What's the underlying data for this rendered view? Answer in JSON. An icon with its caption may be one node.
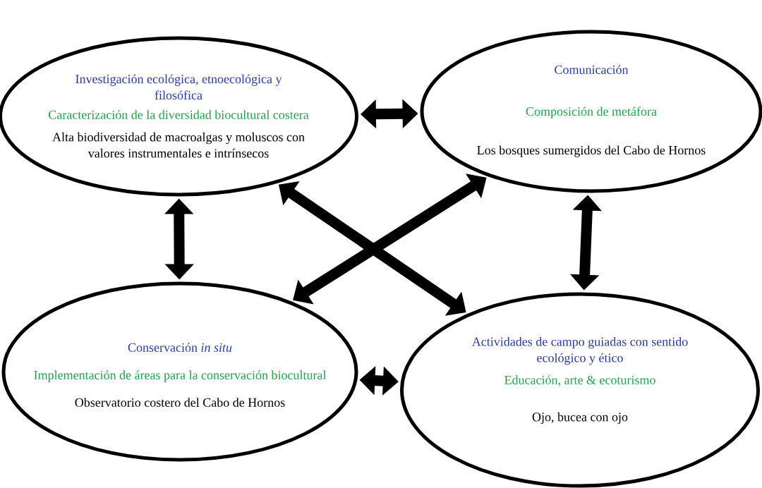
{
  "diagram": {
    "nodes": [
      {
        "text": [
          "Investigación ecológica, etnoecológica y filosófica",
          "Caracterización de la diversidad biocultural costera",
          "Alta biodiversidad de macroalgas y moluscos con valores instrumentales e intrínsecos"
        ]
      },
      {
        "text": [
          "Comunicación",
          "Composición de metáfora",
          "Los bosques sumergidos del Cabo de Hornos"
        ]
      },
      {
        "text": [
          "Conservación *in situ*",
          "Implementación de áreas para la conservación biocultural",
          "Observatorio costero del Cabo de Hornos"
        ]
      },
      {
        "text": [
          "Actividades de campo guiadas con sentido ecológico y ético",
          "Educación, arte & ecoturismo",
          "Ojo, bucea con ojo"
        ]
      }
    ],
    "edges": [
      {
        "from": 0,
        "to": 1,
        "arrow": "both"
      },
      {
        "from": 0,
        "to": 2,
        "arrow": "both"
      },
      {
        "from": 1,
        "to": 3,
        "arrow": "both"
      },
      {
        "from": 2,
        "to": 3,
        "arrow": "both"
      },
      {
        "from": 0,
        "to": 3,
        "arrow": "both"
      },
      {
        "from": 1,
        "to": 2,
        "arrow": "both"
      }
    ]
  }
}
